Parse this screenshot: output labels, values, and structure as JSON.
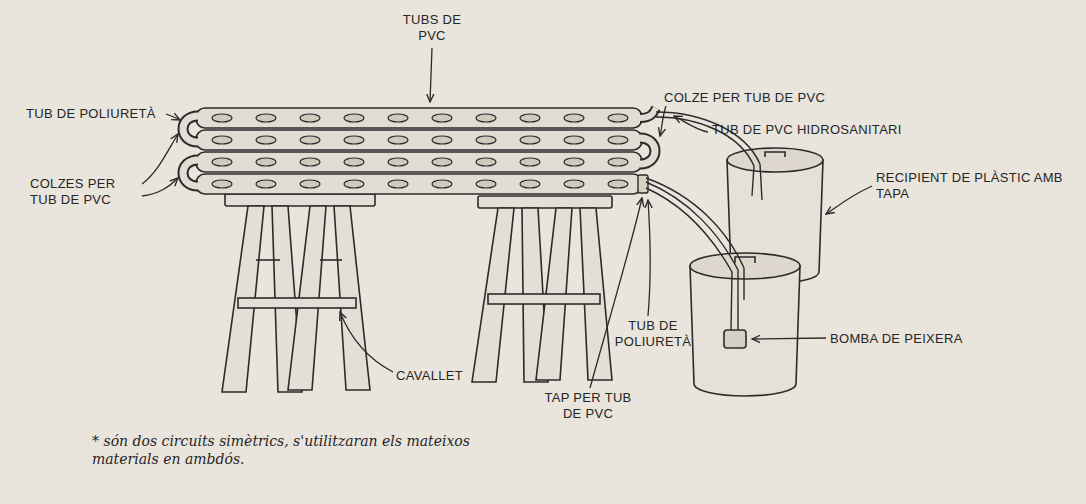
{
  "diagram": {
    "labels": [
      "TUBS DE PVC",
      "COLZE PER TUB DE PVC",
      "TUB DE POLIURETÀ",
      "TUB DE PVC HIDROSANITARI",
      "RECIPIENT DE PLÀSTIC AMB TAPA",
      "COLZES PER TUB DE PVC",
      "TUB DE POLIURETÀ",
      "BOMBA DE PEIXERA",
      "CAVALLET",
      "TAP PER TUB DE PVC",
      "* són dos circuits simètrics, s'utilitzaran els mateixos materials en ambdós."
    ]
  }
}
